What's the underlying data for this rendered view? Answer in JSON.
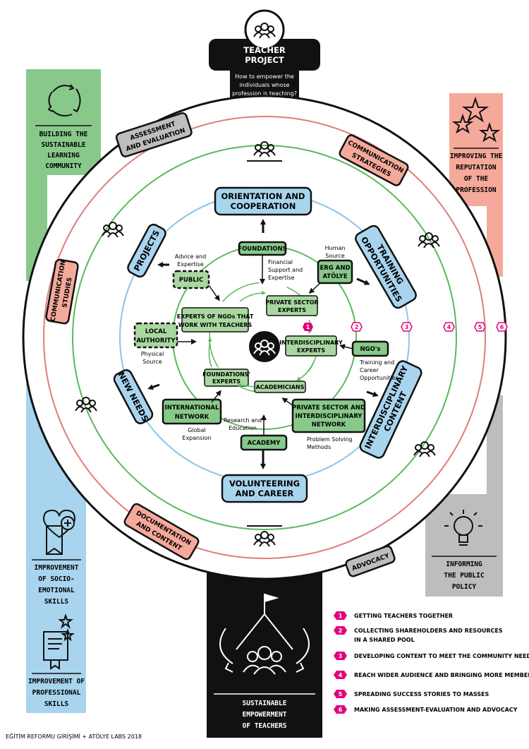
{
  "colors": {
    "green": "#88c98a",
    "salmon": "#f5a99a",
    "blue": "#a8d4ee",
    "grey": "#bdbdbd",
    "black": "#111111",
    "pink": "#e5007e",
    "box_green": "#a8d8a0",
    "ring_red": "#e07c7c",
    "ring_green": "#5cb85c",
    "ring_blue": "#8cc4e8"
  },
  "header": {
    "title_line1": "TEACHER",
    "title_line2": "PROJECT",
    "question_line1": "How to empower the",
    "question_line2": "individuals whose",
    "question_line3": "profession is teaching?",
    "icon": "people-icon"
  },
  "side_panels": {
    "top_left": {
      "icon": "cycle-arrows-icon",
      "lines": [
        "BUILDING THE",
        "SUSTAINABLE",
        "LEARNING",
        "COMMUNITY"
      ]
    },
    "top_right": {
      "icon": "stars-icon",
      "lines": [
        "IMPROVING THE",
        "REPUTATION",
        "OF THE",
        "PROFESSION"
      ]
    },
    "bottom_right": {
      "icon": "lightbulb-icon",
      "lines": [
        "INFORMING",
        "THE PUBLIC",
        "POLICY"
      ]
    },
    "bottom_left_1": {
      "icon": "heart-plus-badge-icon",
      "lines": [
        "IMPROVEMENT",
        "OF SOCIO-",
        "EMOTIONAL",
        "SKILLS"
      ]
    },
    "bottom_left_2": {
      "icon": "certificate-stars-icon",
      "lines": [
        "IMPROVEMENT OF",
        "PROFESSIONAL",
        "SKILLS"
      ]
    },
    "bottom_center": {
      "icon": "mountain-flag-icon",
      "lines": [
        "SUSTAINABLE",
        "EMPOWERMENT",
        "OF TEACHERS"
      ]
    }
  },
  "outer_ring_labels": {
    "assessment": [
      "ASSESSMENT",
      "AND EVALUATION"
    ],
    "communication_strategies": [
      "COMMUNICATION",
      "STRATEGIES"
    ],
    "communication_studies": [
      "COMMUNICATION",
      "STUDIES"
    ],
    "documentation": [
      "DOCUMENTATION",
      "AND CONTENT"
    ],
    "advocacy": [
      "ADVOCACY"
    ]
  },
  "middle_labels": {
    "orientation": [
      "ORIENTATION AND",
      "COOPERATION"
    ],
    "training": [
      "TRAINING",
      "OPPORTUNITIES"
    ],
    "projects": [
      "PROJECTS"
    ],
    "new_needs": [
      "NEW NEEDS"
    ],
    "interdisciplinary": [
      "INTERDISCIPLINARY",
      "CONTENT"
    ],
    "volunteering": [
      "VOLUNTEERING",
      "AND CAREER"
    ]
  },
  "nodes": {
    "foundations": "FOUNDATIONS",
    "erg": [
      "ERG AND",
      "ATÖLYE"
    ],
    "public": "PUBLIC",
    "local_authority": [
      "LOCAL",
      "AUTHORITY"
    ],
    "ngos": "NGO's",
    "international": [
      "INTERNATIONAL",
      "NETWORK"
    ],
    "academy": "ACADEMY",
    "private_network": [
      "PRIVATE SECTOR AND",
      "INTERDISCIPLINARY",
      "NETWORK"
    ],
    "private_experts": [
      "PRIVATE SECTOR",
      "EXPERTS"
    ],
    "ngo_experts": [
      "EXPERTS OF NGOs THAT",
      "WORK WITH TEACHERS"
    ],
    "interdisciplinary_experts": [
      "INTERDISCIPLINARY",
      "EXPERTS"
    ],
    "foundations_experts": [
      "FOUNDATIONS'",
      "EXPERTS"
    ],
    "academicians": "ACADEMICIANS"
  },
  "annotations": {
    "advice": [
      "Advice and",
      "Expertise"
    ],
    "financial": [
      "Financial",
      "Support and",
      "Expertise"
    ],
    "human": [
      "Human",
      "Source"
    ],
    "physical": [
      "Physical",
      "Source"
    ],
    "training_career": [
      "Training and",
      "Career",
      "Opportunities"
    ],
    "global": [
      "Global",
      "Expansion"
    ],
    "research": [
      "Research and",
      "Education"
    ],
    "problem": [
      "Problem Solving",
      "Methods"
    ]
  },
  "ring_numbers": [
    "1",
    "2",
    "3",
    "4",
    "5",
    "6"
  ],
  "legend": [
    {
      "num": "1",
      "text": [
        "GETTING TEACHERS TOGETHER"
      ]
    },
    {
      "num": "2",
      "text": [
        "COLLECTING SHAREHOLDERS AND RESOURCES",
        "IN A SHARED POOL"
      ]
    },
    {
      "num": "3",
      "text": [
        "DEVELOPING CONTENT TO MEET THE COMMUNITY NEEDS"
      ]
    },
    {
      "num": "4",
      "text": [
        "REACH WIDER AUDIENCE AND BRINGING MORE MEMBERS IN"
      ]
    },
    {
      "num": "5",
      "text": [
        "SPREADING SUCCESS STORIES TO MASSES"
      ]
    },
    {
      "num": "6",
      "text": [
        "MAKING ASSESSMENT-EVALUATION AND ADVOCACY"
      ]
    }
  ],
  "footer_credit": "EĞİTİM REFORMU GİRİŞİMİ + ATÖLYE LABS 2018"
}
